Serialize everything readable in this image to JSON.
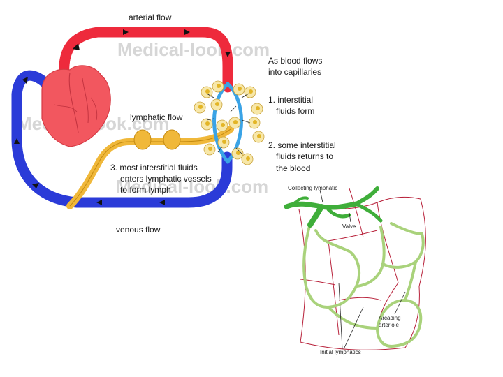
{
  "diagram": {
    "labels": {
      "arterial_flow": "arterial flow",
      "venous_flow": "venous flow",
      "lymphatic_flow": "lymphatic flow",
      "capillary_intro_line1": "As blood flows",
      "capillary_intro_line2": "into capillaries",
      "step1_line1": "1. interstitial",
      "step1_line2": "fluids form",
      "step2_line1": "2. some interstitial",
      "step2_line2": "fluids returns to",
      "step2_line3": "the blood",
      "step3_line1": "3. most interstitial fluids",
      "step3_line2": "enters lymphatic vessels",
      "step3_line3": "to form lymph"
    },
    "watermark": "Medical-look.com",
    "colors": {
      "artery": "#ee2a3c",
      "vein": "#2b3bd8",
      "heart": "#f2575f",
      "capillary": "#3aa3e6",
      "lymph": "#f0b83a",
      "cell_fill": "#f7e7a8",
      "cell_nucleus": "#e3b526",
      "lymphatic_green": "#3fae3a",
      "initial_lymphatic": "#a9d27b",
      "arteriole": "#b8213a"
    }
  },
  "micrograph": {
    "labels": {
      "collecting_lymphatic": "Collecting lymphatic",
      "valve": "Valve",
      "arcading_line1": "Arcading",
      "arcading_line2": "arteriole",
      "initial_lymphatics": "Initial lymphatics"
    }
  }
}
